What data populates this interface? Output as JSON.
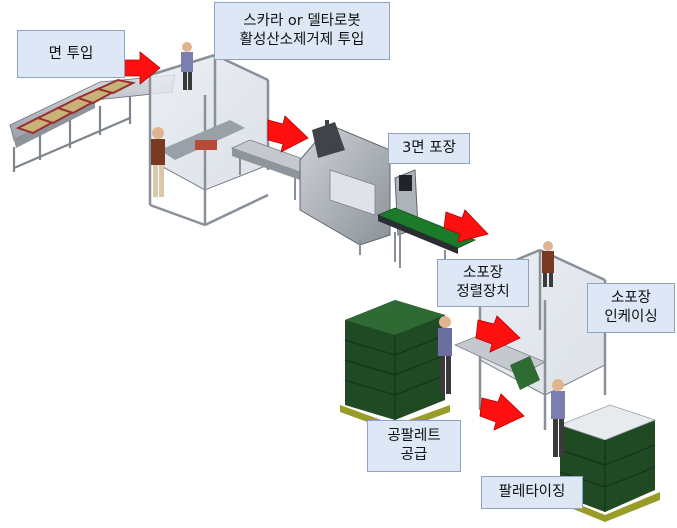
{
  "labels": {
    "noodle_input": "면 투입",
    "scara_line1": "스카라 or 델타로봇",
    "scara_line2": "활성산소제거제 투입",
    "three_side_pack": "3면 포장",
    "small_pack_align_line1": "소포장",
    "small_pack_align_line2": "정렬장치",
    "small_pack_incase_line1": "소포장",
    "small_pack_incase_line2": "인케이싱",
    "empty_pallet_line1": "공팔레트",
    "empty_pallet_line2": "공급",
    "palletizing": "팔레타이징"
  },
  "colors": {
    "label_bg": "#dde7f6",
    "label_border": "#8fa3c0",
    "arrow_red": "#ff1010",
    "frame_gray": "#b8bcc4",
    "crate_green": "#1f4a24",
    "belt_green": "#1d7a2a",
    "pallet_olive": "#9a9c2a",
    "tray_red": "#b23a3a"
  }
}
